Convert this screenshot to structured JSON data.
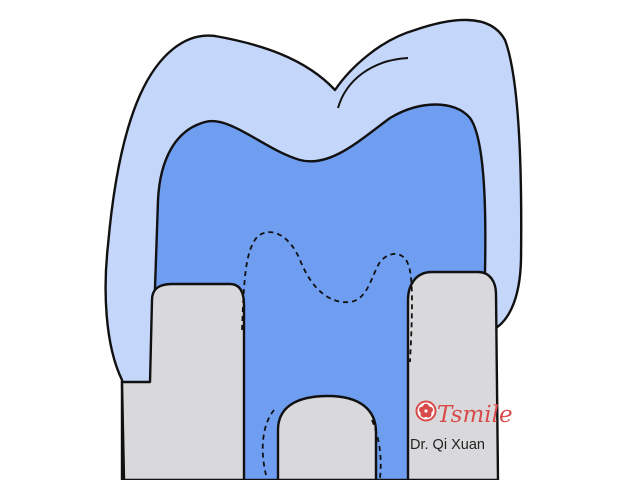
{
  "figure": {
    "type": "tooth cross-section illustration",
    "colors": {
      "background": "#ffffff",
      "outer_layer": "#c5d6fb",
      "inner_core": "#6f9ef1",
      "side_blocks": "#d9d9dc",
      "outline": "#111111",
      "watermark_red": "#d94b4b",
      "watermark_text": "#222222"
    },
    "watermark": {
      "logo_icon": "flower-seal-icon",
      "brand": "Tsmile",
      "author": "Dr. Qi Xuan"
    }
  }
}
